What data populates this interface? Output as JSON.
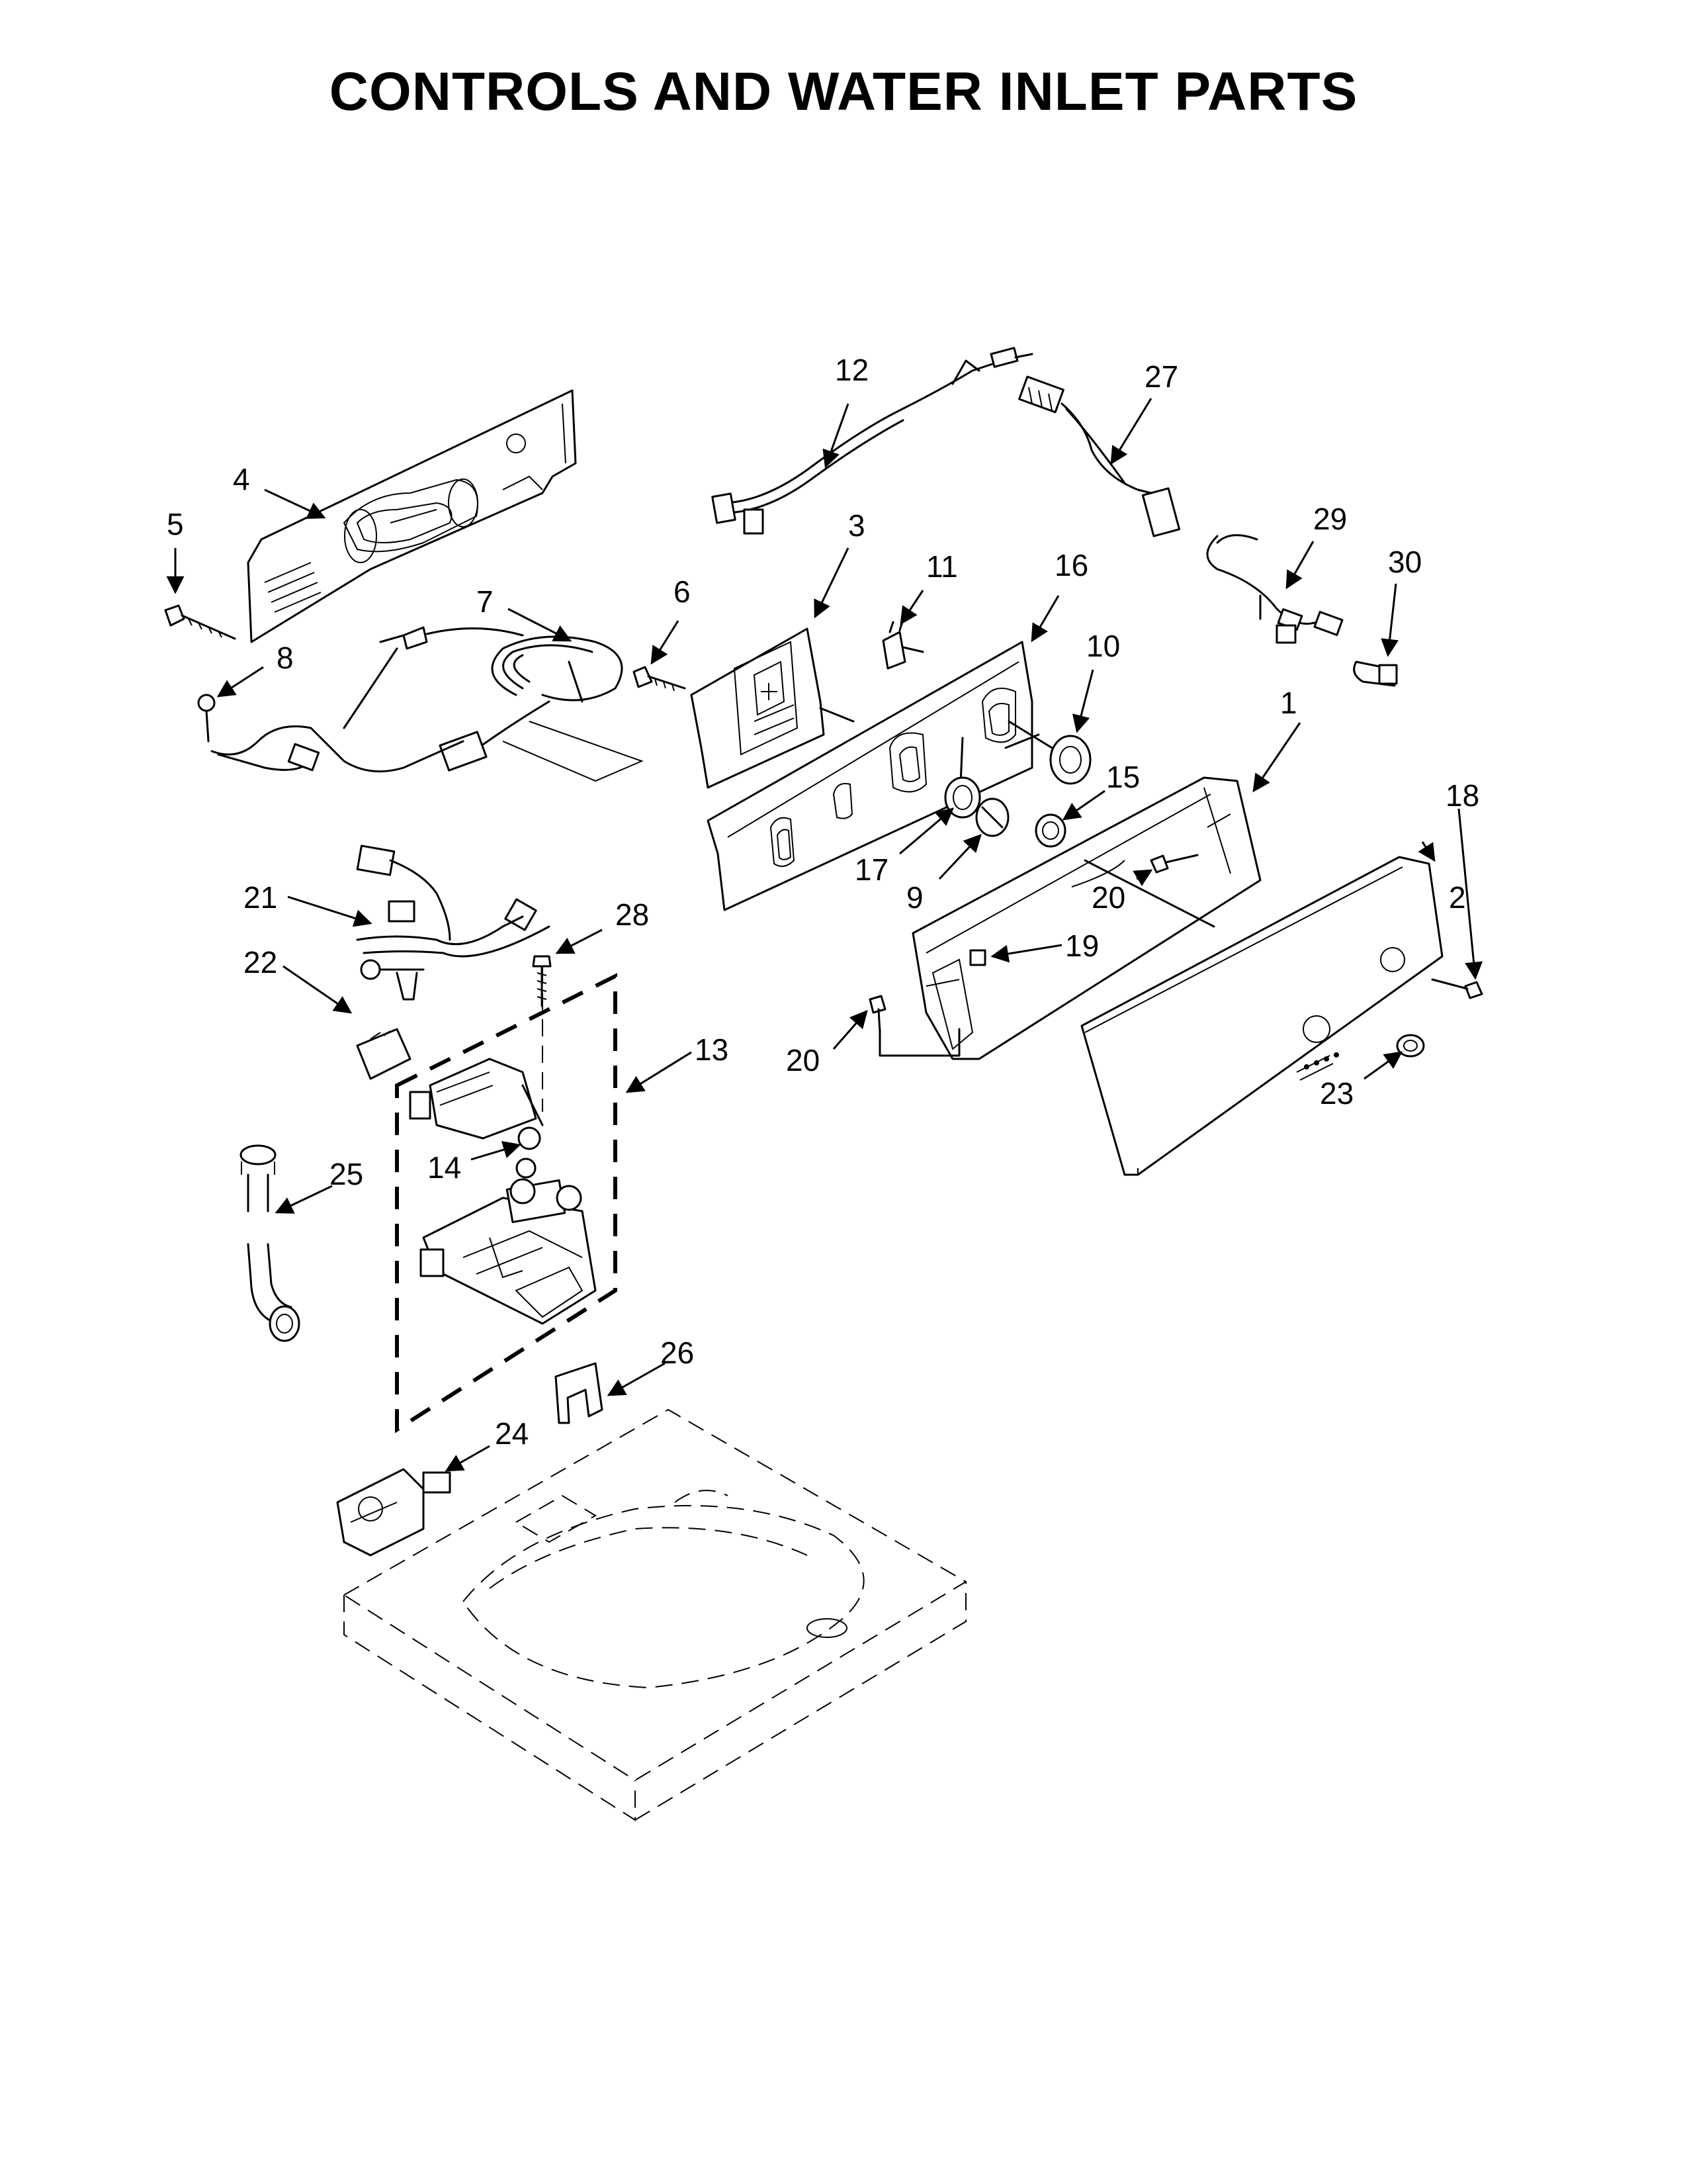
{
  "title": "CONTROLS AND WATER INLET PARTS",
  "callouts": [
    "1",
    "2",
    "3",
    "4",
    "5",
    "6",
    "7",
    "8",
    "9",
    "10",
    "11",
    "12",
    "13",
    "14",
    "15",
    "16",
    "17",
    "18",
    "19",
    "20",
    "20",
    "21",
    "22",
    "23",
    "24",
    "25",
    "26",
    "27",
    "28",
    "29",
    "30"
  ]
}
